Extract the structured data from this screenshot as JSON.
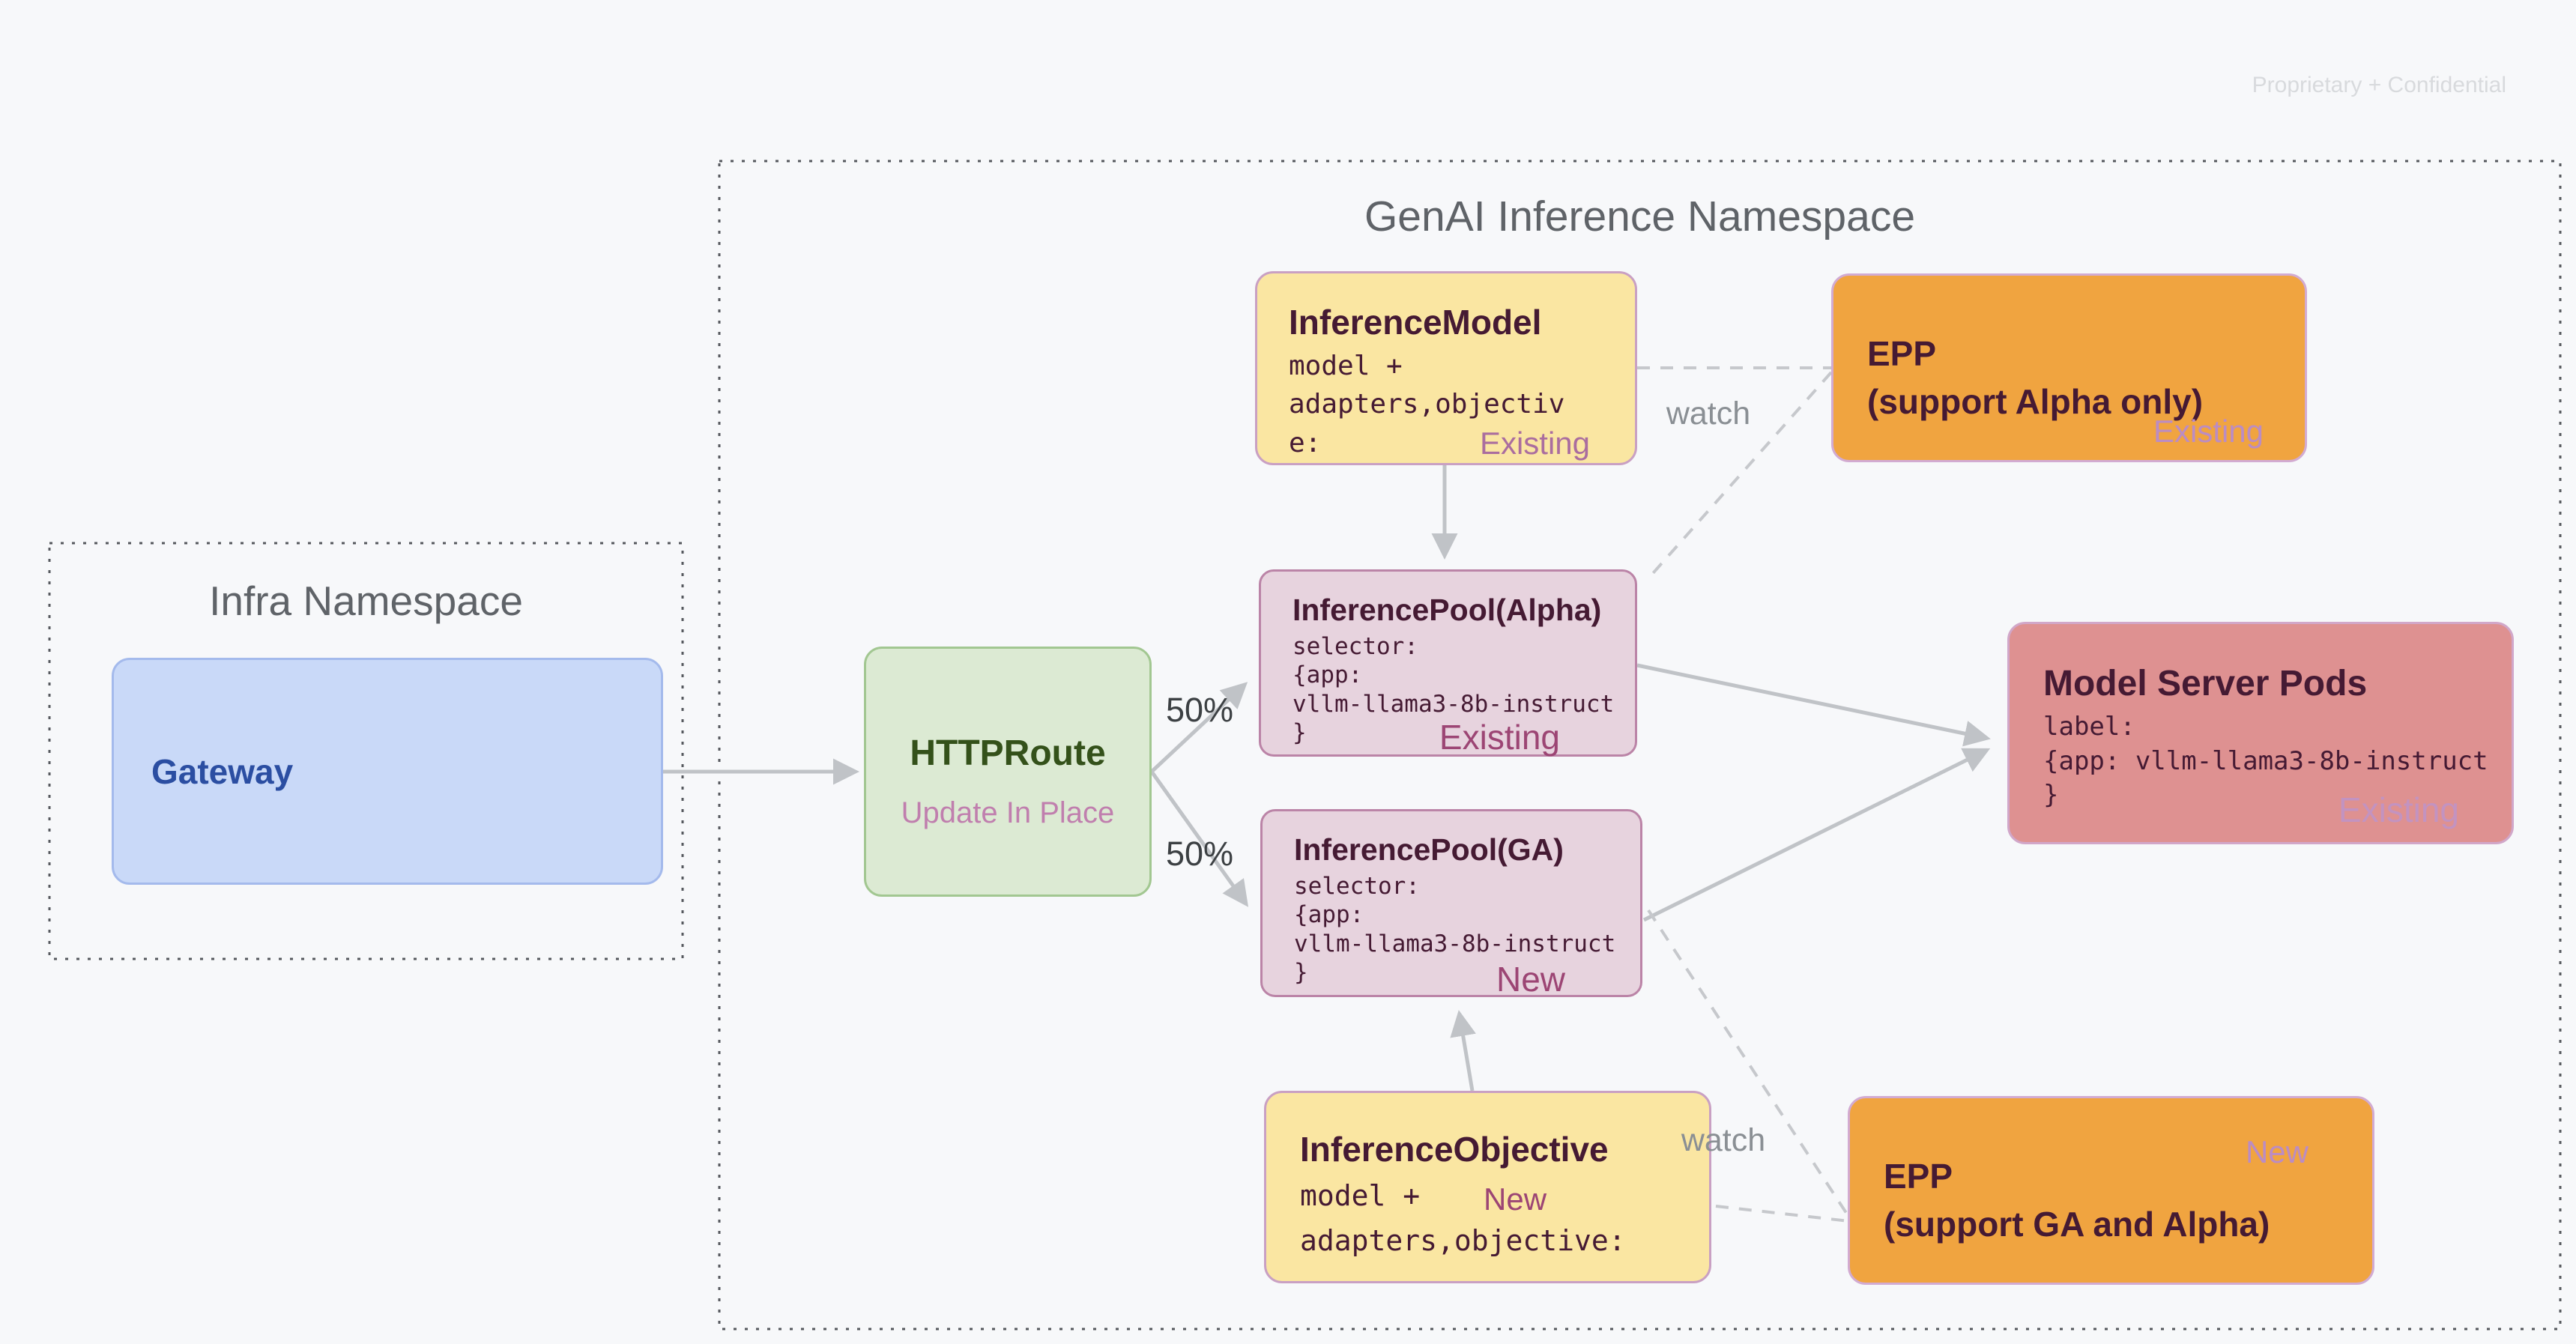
{
  "meta": {
    "confidential": "Proprietary + Confidential"
  },
  "namespaces": {
    "infra": {
      "title": "Infra Namespace"
    },
    "genai": {
      "title": "GenAI Inference Namespace"
    }
  },
  "nodes": {
    "gateway": {
      "title": "Gateway"
    },
    "httproute": {
      "title": "HTTPRoute",
      "subtitle": "Update In Place"
    },
    "inference_model": {
      "title": "InferenceModel",
      "code": "model +\nadapters,objectiv\ne:",
      "badge": "Existing"
    },
    "epp_alpha": {
      "title": "EPP\n(support Alpha only)",
      "badge": "Existing"
    },
    "pool_alpha": {
      "title": "InferencePool(Alpha)",
      "code": "selector:\n{app:\nvllm-llama3-8b-instruct\n}",
      "badge": "Existing"
    },
    "pool_ga": {
      "title": "InferencePool(GA)",
      "code": "selector:\n{app:\nvllm-llama3-8b-instruct\n}",
      "badge": "New"
    },
    "model_server_pods": {
      "title": "Model Server Pods",
      "code": "label:\n{app: vllm-llama3-8b-instruct\n}",
      "badge": "Existing"
    },
    "inference_objective": {
      "title": "InferenceObjective",
      "code1": "model +",
      "code2": "adapters,objective:",
      "badge": "New"
    },
    "epp_ga": {
      "title": "EPP\n(support GA and Alpha)",
      "badge": "New"
    }
  },
  "edges": {
    "split_top_label": "50%",
    "split_bottom_label": "50%",
    "watch_top_label": "watch",
    "watch_bottom_label": "watch"
  },
  "colors": {
    "background": "#F7F8FA",
    "edge_gray": "#C0C3C7",
    "dash_gray": "#C6C8CC",
    "border_dotted": "#55585D",
    "ns_title": "#5F6368",
    "confidential_text": "#D8DADD",
    "pct_text": "#3C4043",
    "watch_text": "#8A8F94",
    "maroon": "#451A33",
    "gateway_fill": "#C9D9F8",
    "gateway_border": "#A4BAEC",
    "gateway_text": "#2B4EA2",
    "route_fill": "#DCEAD3",
    "route_border": "#A2C791",
    "route_text": "#34511A",
    "route_sub": "#C07FAE",
    "yellow_fill": "#FAE6A2",
    "yellow_border": "#C9A0C3",
    "pool_fill": "#E7D3DE",
    "pool_border": "#BB84A7",
    "epp_fill": "#F0A440",
    "epp_border": "#D2ABD2",
    "pods_fill": "#DE9191",
    "pods_border": "#D1A7C9",
    "badge_dark": "#9C4574",
    "badge_mid": "#AA6D9F",
    "badge_light": "#BB8CC3",
    "badge_pods": "#C393C0"
  }
}
